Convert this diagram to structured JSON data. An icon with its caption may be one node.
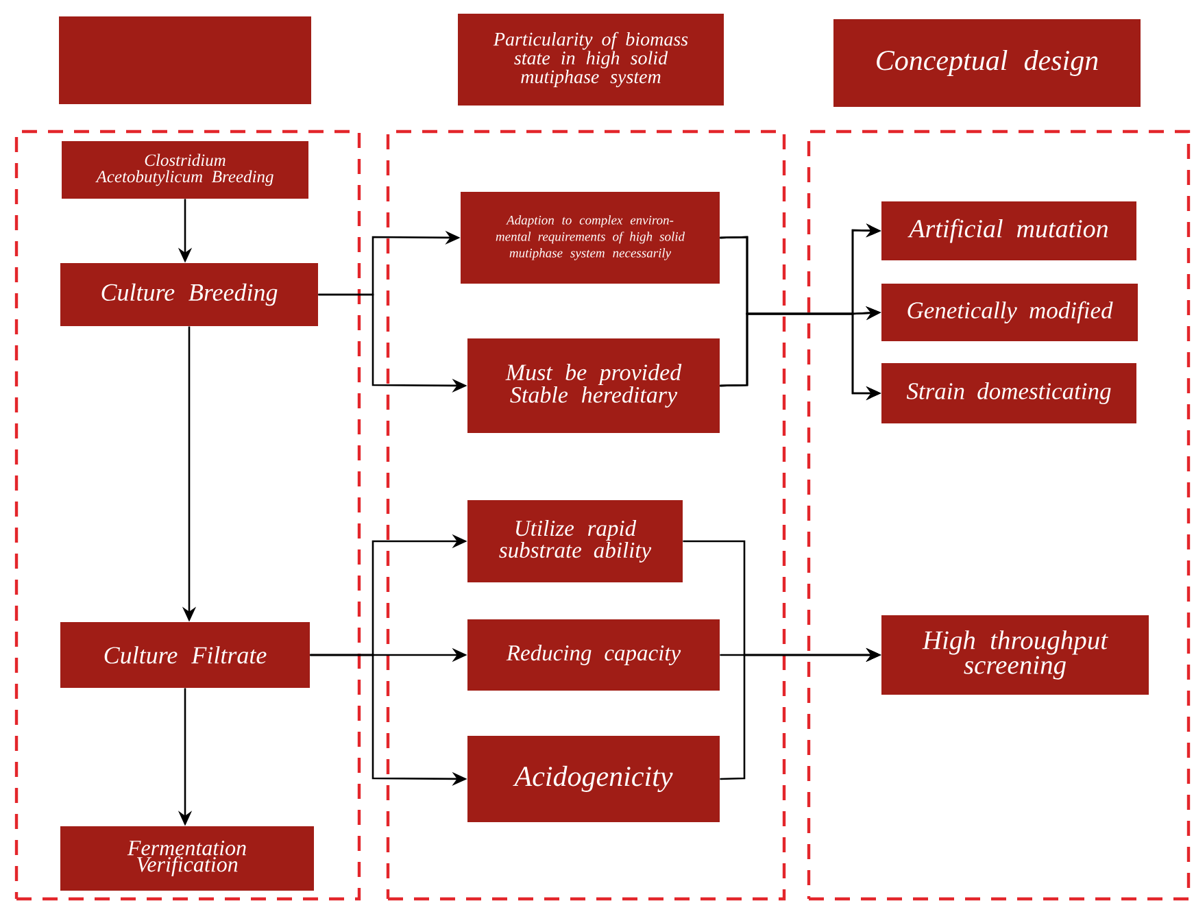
{
  "diagram": {
    "nodes": [
      {
        "text": [],
        "shape": "box"
      },
      {
        "text": [
          "Particularity of biomass state in high solid mutiphase system"
        ]
      },
      {
        "text": [
          "Conceptual design"
        ]
      },
      {
        "text": [],
        "shape": "box"
      },
      {
        "text": [],
        "shape": "box"
      },
      {
        "text": [],
        "shape": "box"
      },
      {
        "text": [
          "Clostridium Acetobutylicum Breeding"
        ],
        "in": 3
      },
      {
        "text": [
          "Culture Breeding"
        ],
        "in": 3
      },
      {
        "text": [
          "Culture Filtrate"
        ],
        "in": 3
      },
      {
        "text": [
          "Fermentation Verification"
        ],
        "in": 3
      },
      {
        "text": [
          "Adaption to complex environ-mental requirements of high solid mutiphase system necessarily"
        ],
        "in": 4
      },
      {
        "text": [
          "Must be provided Stable hereditary"
        ],
        "in": 4
      },
      {
        "text": [
          "Utilize rapid substrate ability"
        ],
        "in": 4
      },
      {
        "text": [
          "Reducing capacity"
        ],
        "in": 4
      },
      {
        "text": [
          "Acidogenicity"
        ],
        "in": 4
      },
      {
        "text": [
          "Artificial mutation"
        ],
        "in": 5
      },
      {
        "text": [
          "Genetically modified"
        ],
        "in": 5
      },
      {
        "text": [
          "Strain domesticating"
        ],
        "in": 5
      },
      {
        "text": [
          "High throughput screening"
        ],
        "in": 5
      }
    ],
    "edges": [
      {
        "from": 6,
        "to": 7,
        "arrow": "to"
      },
      {
        "from": 7,
        "to": 8,
        "arrow": "to"
      },
      {
        "from": 8,
        "to": 9,
        "arrow": "to"
      },
      {
        "from": 7,
        "to": 10,
        "arrow": "to"
      },
      {
        "from": 7,
        "to": 11,
        "arrow": "to"
      },
      {
        "from": 10,
        "to": 15,
        "arrow": "to"
      },
      {
        "from": 10,
        "to": 16,
        "arrow": "to"
      },
      {
        "from": 10,
        "to": 17,
        "arrow": "to"
      },
      {
        "from": 11,
        "to": 15,
        "arrow": "to"
      },
      {
        "from": 11,
        "to": 16,
        "arrow": "to"
      },
      {
        "from": 11,
        "to": 17,
        "arrow": "to"
      },
      {
        "from": 8,
        "to": 12,
        "arrow": "to"
      },
      {
        "from": 8,
        "to": 13,
        "arrow": "to"
      },
      {
        "from": 8,
        "to": 14,
        "arrow": "to"
      },
      {
        "from": 12,
        "to": 18,
        "arrow": "to"
      },
      {
        "from": 13,
        "to": 18,
        "arrow": "to"
      },
      {
        "from": 14,
        "to": 18,
        "arrow": "to"
      }
    ]
  }
}
